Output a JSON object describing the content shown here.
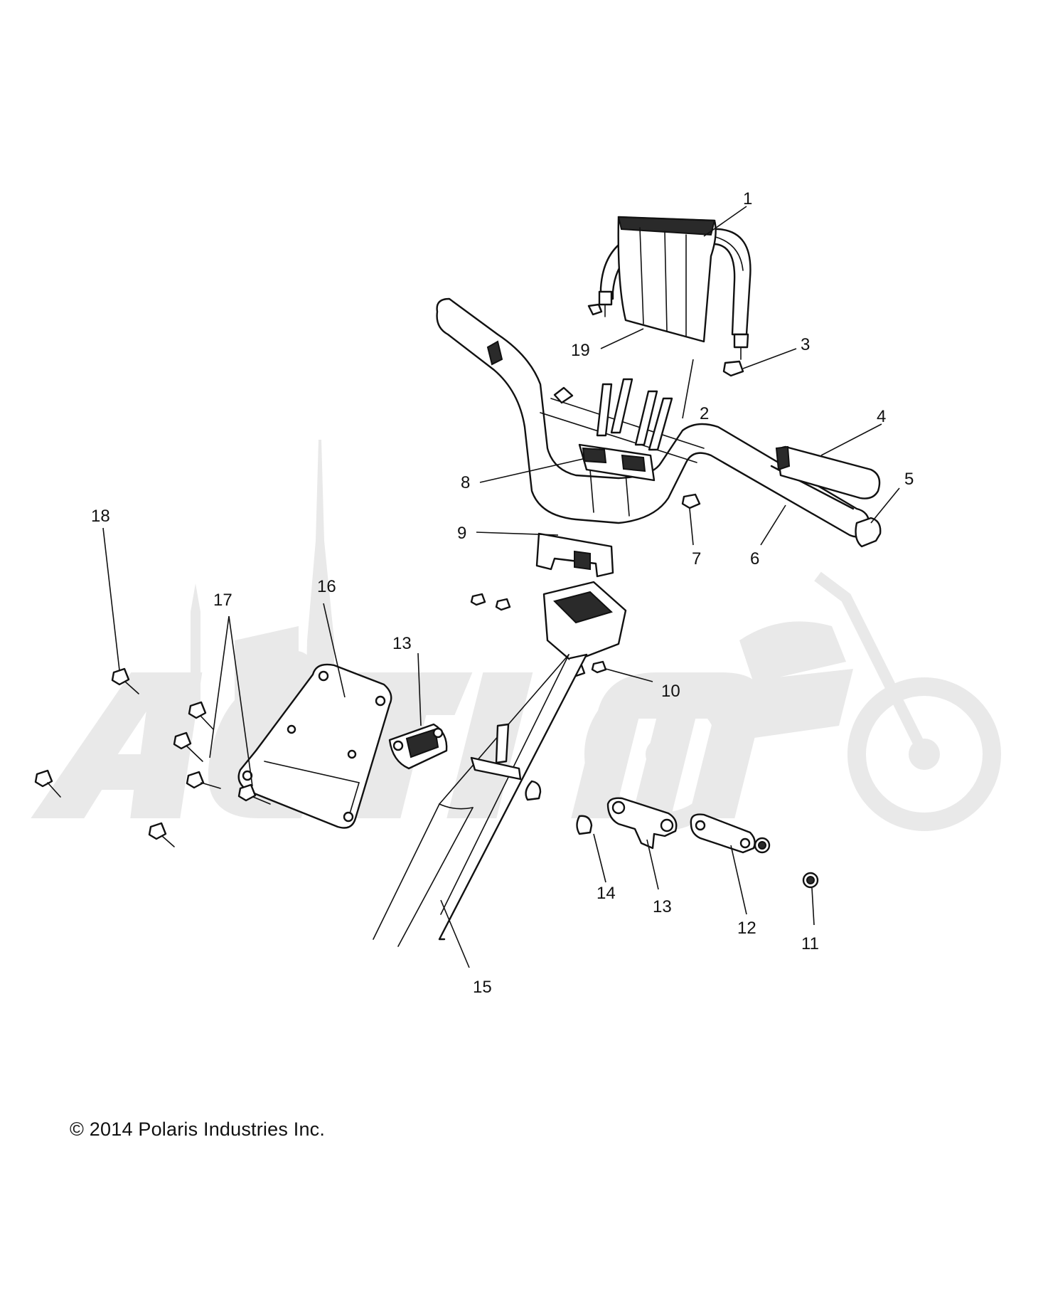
{
  "copyright": "© 2014 Polaris Industries Inc.",
  "watermark": {
    "text": "ActiMoto",
    "color": "#e9e9e9"
  },
  "callouts": {
    "c1": "1",
    "c2": "2",
    "c3": "3",
    "c4": "4",
    "c5": "5",
    "c6": "6",
    "c7": "7",
    "c8": "8",
    "c9": "9",
    "c10": "10",
    "c11": "11",
    "c12": "12",
    "c13a": "13",
    "c13b": "13",
    "c14": "14",
    "c15": "15",
    "c16": "16",
    "c17": "17",
    "c18": "18",
    "c19": "19"
  },
  "colors": {
    "line": "#111111",
    "background": "#ffffff"
  }
}
